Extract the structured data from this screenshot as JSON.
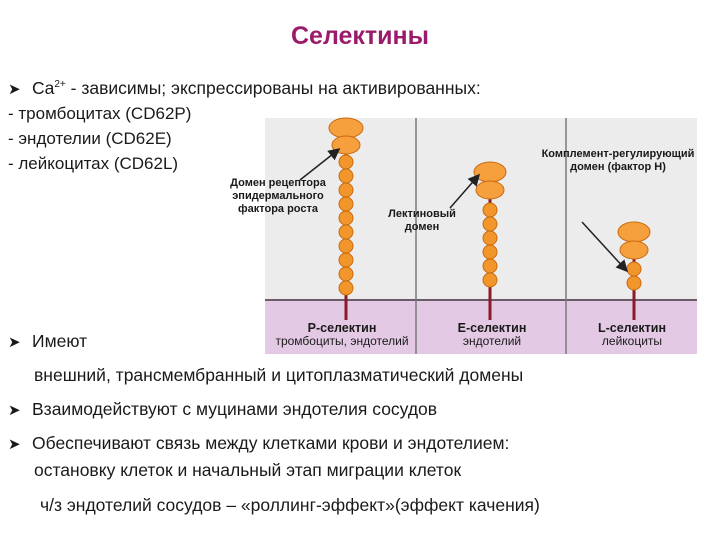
{
  "title": "Селектины",
  "bullet1": {
    "prefix": "Ca",
    "sup": "2+",
    "text": " - зависимы; экспрессированы на  активированных:"
  },
  "list": [
    "- тромбоцитах (CD62P)",
    "- эндотелии (CD62E)",
    "- лейкоцитах (CD62L)"
  ],
  "figure": {
    "egf_label": "Домен рецептора эпидермального фактора роста",
    "lectin_label": "Лектиновый домен",
    "complement_label": "Комплемент-регулирующий домен (фактор H)",
    "p_name": "P-селектин",
    "p_cells": "тромбоциты, эндотелий",
    "e_name": "E-селектин",
    "e_cells": "эндотелий",
    "l_name": "L-селектин",
    "l_cells": "лейкоциты",
    "colors": {
      "bead": "#f0962a",
      "head": "#f5a03c",
      "membrane": "#e3c9e3",
      "background": "#ececec",
      "line": "#8b1a2a"
    }
  },
  "bullets": [
    "Имеют",
    "внешний, трансмембранный и цитоплазматический домены",
    "Взаимодействуют с муцинами эндотелия сосудов",
    "Обеспечивают связь между клетками крови и эндотелием:",
    "остановку клеток и начальный этап миграции клеток",
    "ч/з эндотелий сосудов – «роллинг-эффект»(эффект качения)"
  ]
}
